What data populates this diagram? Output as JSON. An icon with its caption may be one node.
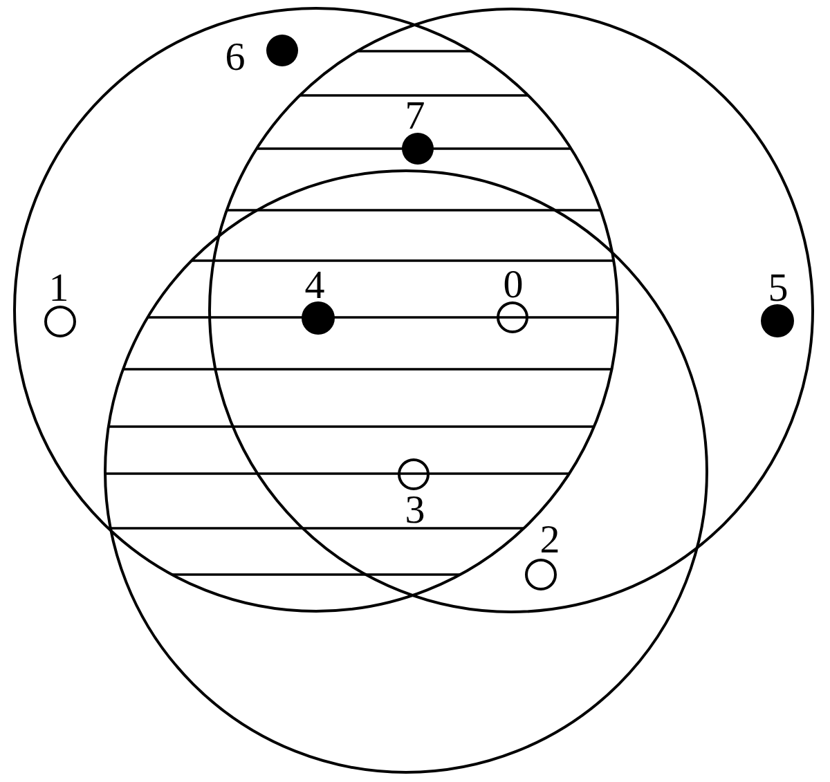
{
  "diagram": {
    "nodes": [
      {
        "text": [],
        "shape": "circle"
      },
      {
        "text": [],
        "shape": "circle"
      },
      {
        "text": [],
        "shape": "circle"
      },
      {
        "text": [],
        "shape": "dot",
        "beside": [
          "6"
        ]
      },
      {
        "text": [],
        "shape": "dot",
        "beside": [
          "7"
        ]
      },
      {
        "text": [],
        "shape": "circle",
        "beside": [
          "1"
        ],
        "in": 0
      },
      {
        "text": [],
        "shape": "dot",
        "beside": [
          "4"
        ]
      },
      {
        "text": [],
        "shape": "circle",
        "beside": [
          "0"
        ]
      },
      {
        "text": [],
        "shape": "dot",
        "beside": [
          "5"
        ],
        "in": 1
      },
      {
        "text": [],
        "shape": "circle",
        "beside": [
          "3"
        ]
      },
      {
        "text": [],
        "shape": "circle",
        "beside": [
          "2"
        ]
      }
    ]
  }
}
